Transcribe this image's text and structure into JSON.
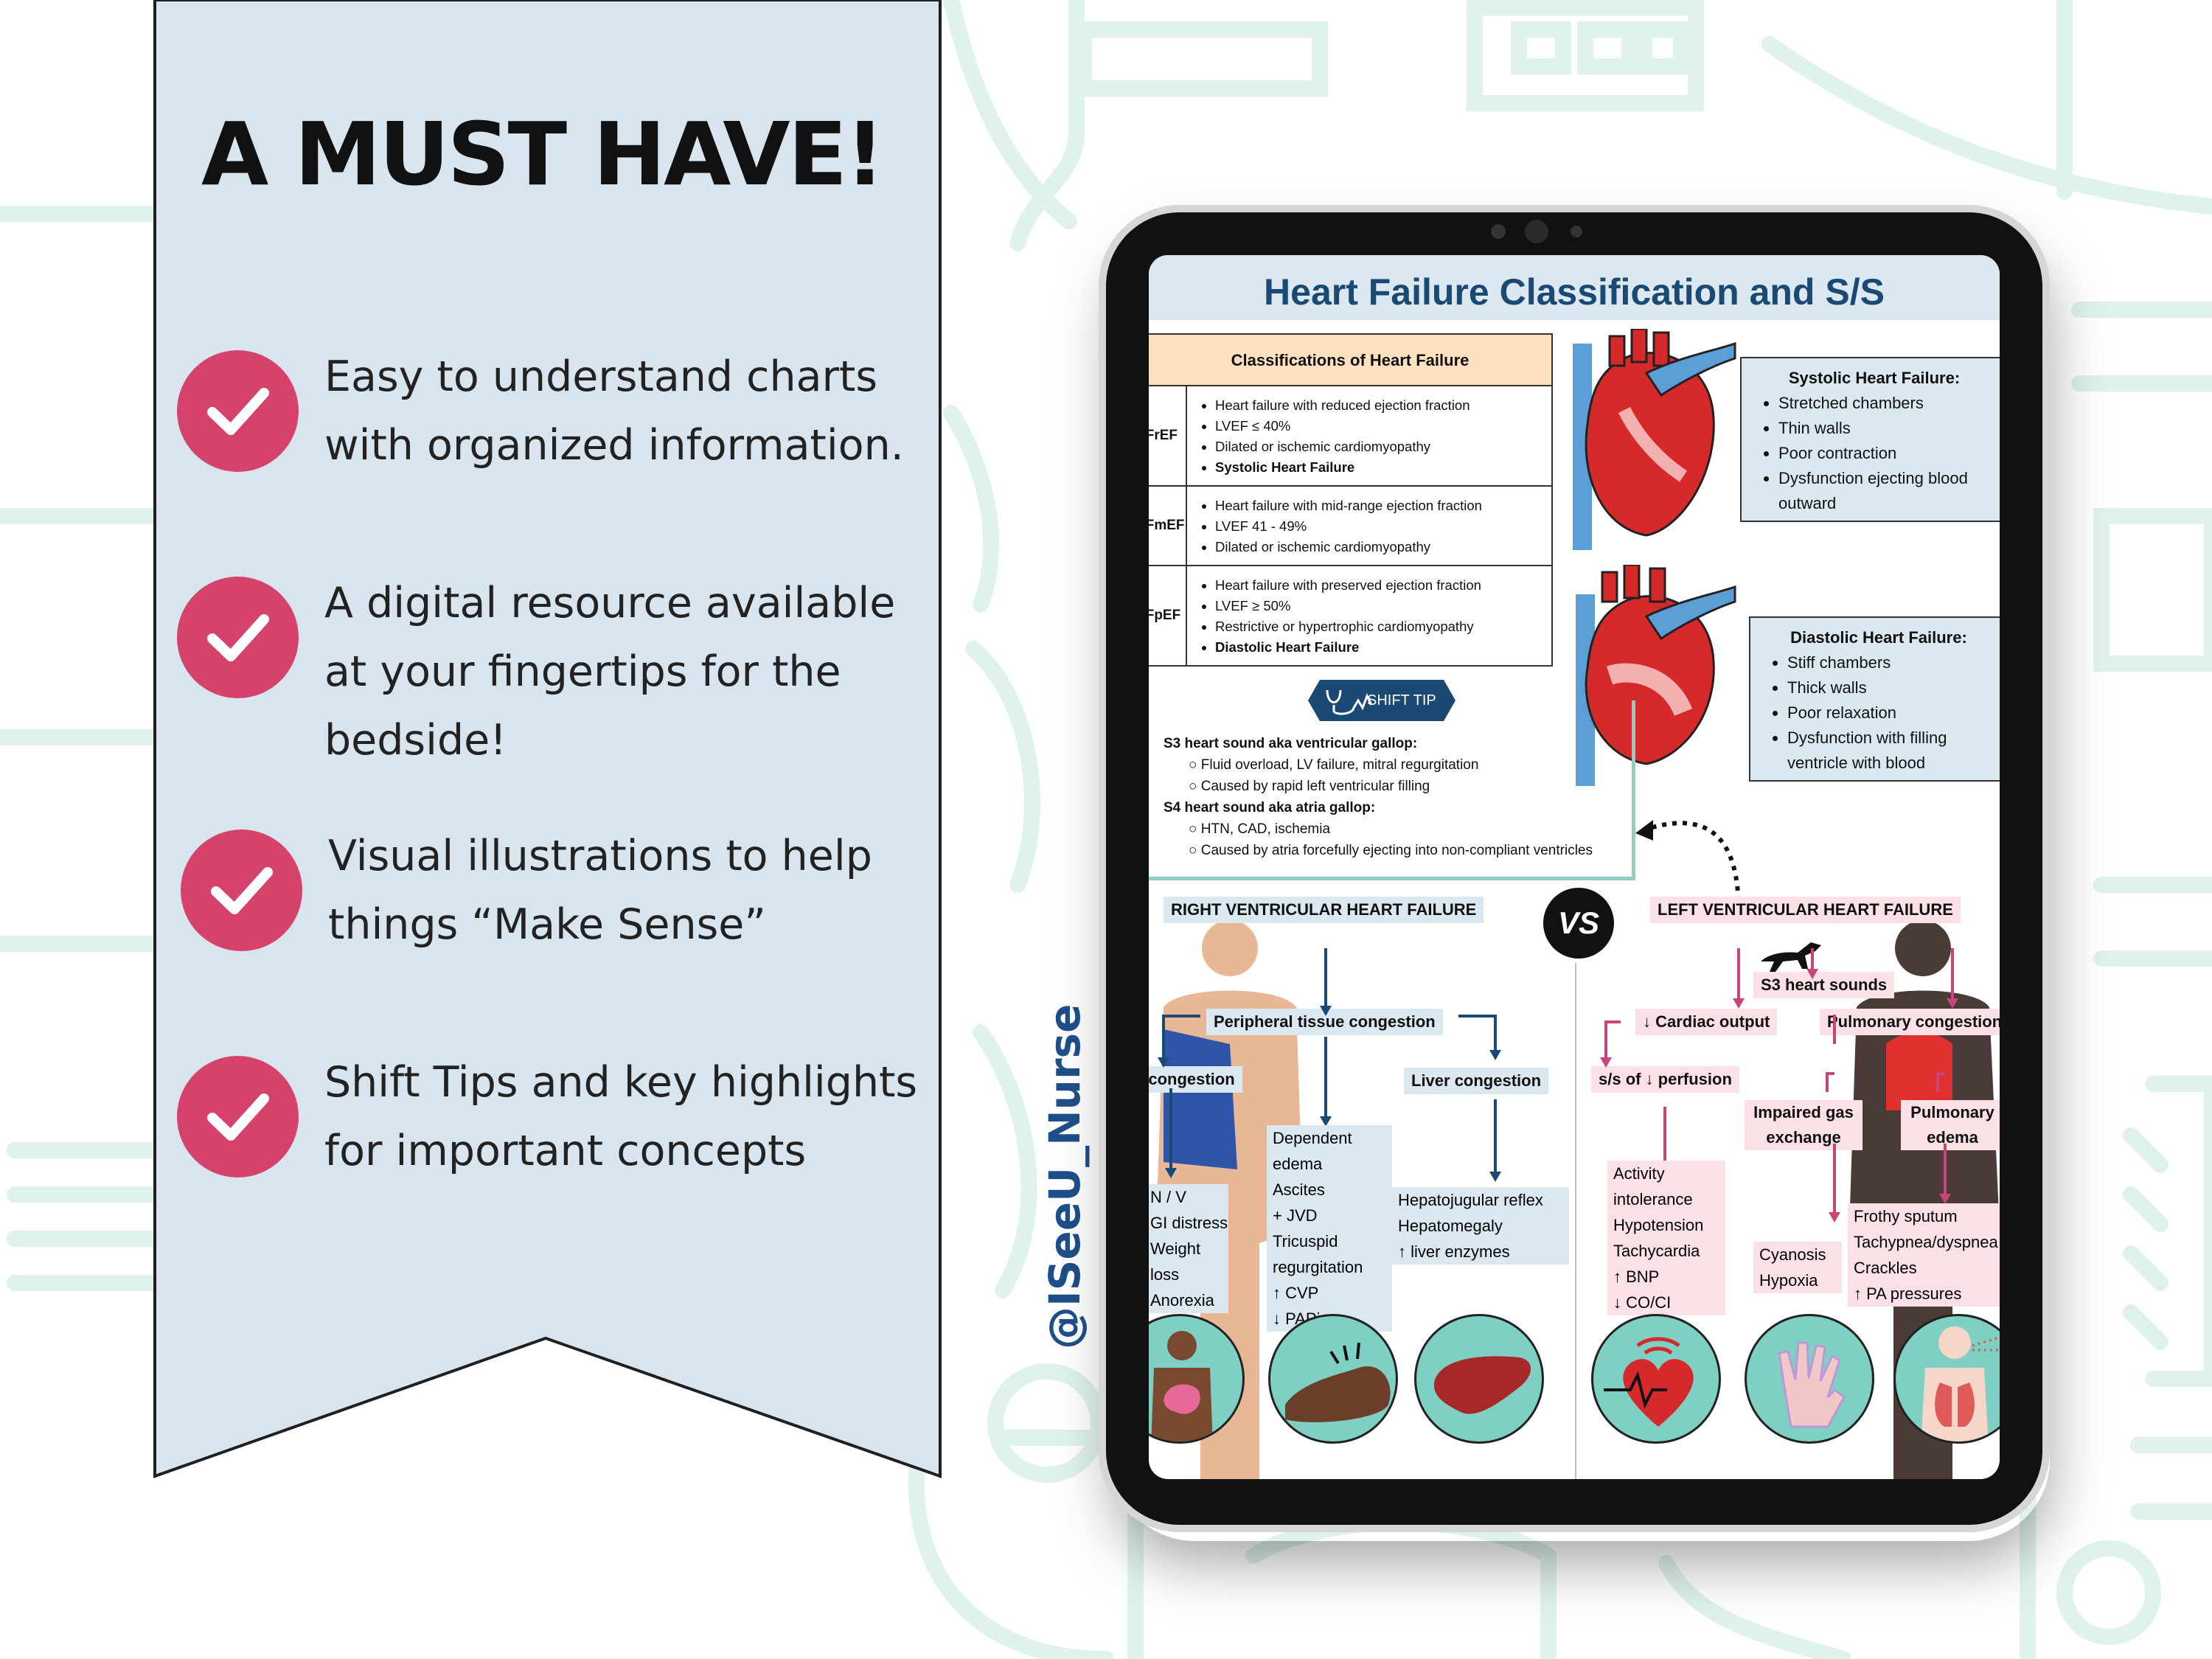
{
  "banner": {
    "title": "A MUST HAVE!",
    "features": [
      {
        "text": "Easy to understand charts with organized information."
      },
      {
        "text": "A digital resource available at your fingertips for the bedside!"
      },
      {
        "text": "Visual illustrations to help things “Make Sense”"
      },
      {
        "text": "Shift Tips and key highlights for important concepts"
      }
    ]
  },
  "handle": "@ISeeU_Nurse",
  "colors": {
    "check": "#d5436c",
    "banner_bg": "#d9e5ee",
    "pattern": "#e4f4ef",
    "title_blue": "#1a4a74"
  },
  "sheet": {
    "title": "Heart Failure Classification and S/S",
    "classification_header": "Classifications of Heart Failure",
    "rows": [
      {
        "abbr": "HFrEF",
        "items": [
          "Heart failure with reduced ejection fraction",
          "LVEF ≤ 40%",
          "Dilated or ischemic cardiomyopathy",
          "Systolic Heart Failure"
        ]
      },
      {
        "abbr": "HFmEF",
        "items": [
          "Heart failure with mid-range ejection fraction",
          "LVEF 41 - 49%",
          "Dilated or ischemic cardiomyopathy"
        ]
      },
      {
        "abbr": "HFpEF",
        "items": [
          "Heart failure with preserved ejection fraction",
          "LVEF ≥ 50%",
          "Restrictive or hypertrophic cardiomyopathy",
          "Diastolic Heart Failure"
        ]
      }
    ],
    "systolic": {
      "heading": "Systolic Heart Failure:",
      "items": [
        "Stretched chambers",
        "Thin walls",
        "Poor contraction",
        "Dysfunction ejecting blood outward"
      ]
    },
    "diastolic": {
      "heading": "Diastolic Heart Failure:",
      "items": [
        "Stiff chambers",
        "Thick walls",
        "Poor relaxation",
        "Dysfunction with filling ventricle with blood"
      ]
    },
    "shift_tip": {
      "badge": "SHIFT TIP",
      "s3_head": "S3 heart sound aka ventricular gallop:",
      "s3_items": [
        "Fluid overload, LV failure, mitral regurgitation",
        "Caused by rapid left ventricular filling"
      ],
      "s4_head": "S4 heart sound aka atria gallop:",
      "s4_items": [
        "HTN, CAD, ischemia",
        "Caused by atria forcefully ejecting into non-compliant ventricles"
      ]
    },
    "vs": "VS",
    "right": {
      "title": "RIGHT VENTRICULAR HEART FAILURE",
      "peripheral": "Peripheral tissue congestion",
      "gi": "GI congestion",
      "liver": "Liver congestion",
      "gi_items": [
        "N / V",
        "GI distress",
        "Weight loss",
        "Anorexia"
      ],
      "middle_items": [
        "Dependent edema",
        "Ascites",
        "+ JVD",
        "Tricuspid regurgitation",
        "↑ CVP",
        "↓ PAPi"
      ],
      "liver_items": [
        "Hepatojugular reflex",
        "Hepatomegaly",
        "↑ liver enzymes"
      ]
    },
    "left": {
      "title": "LEFT VENTRICULAR HEART FAILURE",
      "s3": "S3 heart sounds",
      "cardiac": "↓ Cardiac output",
      "pulmonary": "Pulmonary congestion",
      "perfusion": "s/s of ↓ perfusion",
      "gas": "Impaired gas exchange",
      "edema": "Pulmonary edema",
      "perfusion_items": [
        "Activity intolerance",
        "Hypotension",
        "Tachycardia",
        "↑ BNP",
        "↓ CO/CI"
      ],
      "gas_items": [
        "Cyanosis",
        "Hypoxia"
      ],
      "edema_items": [
        "Frothy sputum",
        "Tachypnea/dyspnea",
        "Crackles",
        "↑ PA pressures"
      ]
    }
  }
}
